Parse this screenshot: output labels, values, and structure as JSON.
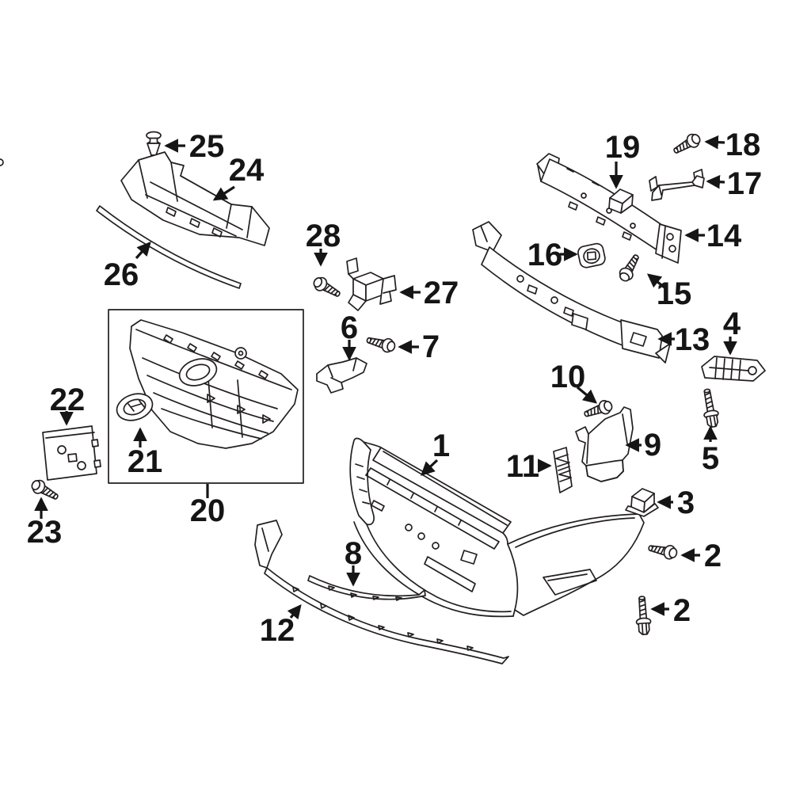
{
  "diagram": {
    "description": "Exploded parts diagram of a vehicle front bumper and grille assembly with numbered callouts",
    "highlighted_callout": "9",
    "boxed_callout": "20",
    "colors": {
      "background": "#ffffff",
      "line": "#231f20",
      "label": "#151515",
      "highlight_fill": "#4067b2",
      "highlight_shade": "#33539e",
      "highlight_outline": "#1b2f63"
    }
  },
  "callouts": {
    "c1": {
      "label": "1"
    },
    "c2a": {
      "label": "2"
    },
    "c2b": {
      "label": "2"
    },
    "c3": {
      "label": "3"
    },
    "c4": {
      "label": "4"
    },
    "c5": {
      "label": "5"
    },
    "c6": {
      "label": "6"
    },
    "c7": {
      "label": "7"
    },
    "c8": {
      "label": "8"
    },
    "c9": {
      "label": "9"
    },
    "c10": {
      "label": "10"
    },
    "c11": {
      "label": "11"
    },
    "c12": {
      "label": "12"
    },
    "c13": {
      "label": "13"
    },
    "c14": {
      "label": "14"
    },
    "c15": {
      "label": "15"
    },
    "c16": {
      "label": "16"
    },
    "c17": {
      "label": "17"
    },
    "c18": {
      "label": "18"
    },
    "c19": {
      "label": "19"
    },
    "c20": {
      "label": "20"
    },
    "c21": {
      "label": "21"
    },
    "c22": {
      "label": "22"
    },
    "c23": {
      "label": "23"
    },
    "c24": {
      "label": "24"
    },
    "c25": {
      "label": "25"
    },
    "c26": {
      "label": "26"
    },
    "c27": {
      "label": "27"
    },
    "c28": {
      "label": "28"
    }
  }
}
